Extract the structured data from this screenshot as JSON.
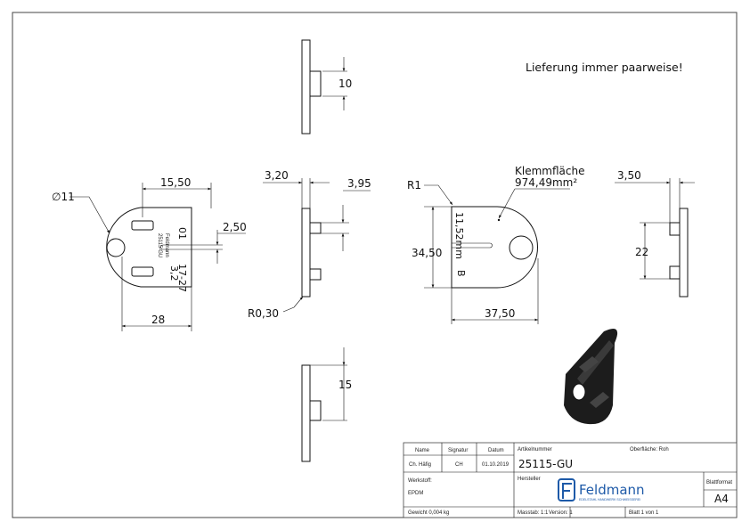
{
  "note": "Lieferung immer paarweise!",
  "dimensions": {
    "top_view_width": "10",
    "bottom_view_width": "15",
    "diameter": "∅11",
    "width_1550": "15,50",
    "slot_width": "2,50",
    "base_width": "28",
    "thickness": "3,20",
    "step": "3,95",
    "radius_small": "R0,30",
    "radius_r1": "R1",
    "height": "34,50",
    "length": "37,50",
    "right_thick": "3,50",
    "right_dist": "22",
    "clamp_area_label": "Klemmfläche",
    "clamp_area_value": "974,49mm²"
  },
  "part_marks": {
    "left_number": "01",
    "left_brand": "Feldmann",
    "left_code": "25115-GU",
    "left_thick": "3,2",
    "left_range": "17-27",
    "right_mark": "11,52mm",
    "right_letter": "B"
  },
  "title_block": {
    "h_name": "Name",
    "h_signatur": "Signatur",
    "h_datum": "Datum",
    "name": "Ch. Häfig",
    "signatur": "CH",
    "datum": "01.10.2019",
    "werkstoff_label": "Werkstoff:",
    "werkstoff": "EPDM",
    "gewicht": "Gewicht 0,004 kg",
    "artikel_label": "Artikelnummer",
    "artikel": "25115-GU",
    "oberflaeche": "Oberfläche: Roh",
    "hersteller_label": "Hersteller",
    "logo_text": "Feldmann",
    "logo_sub": "EDELSTAHL HANDWERK SCHWEISSEREI",
    "blattformat_label": "Blattformat",
    "blattformat": "A4",
    "massstab": "Masstab: 1:1",
    "version": "Version: 1",
    "blatt": "Blatt 1 von 1"
  }
}
